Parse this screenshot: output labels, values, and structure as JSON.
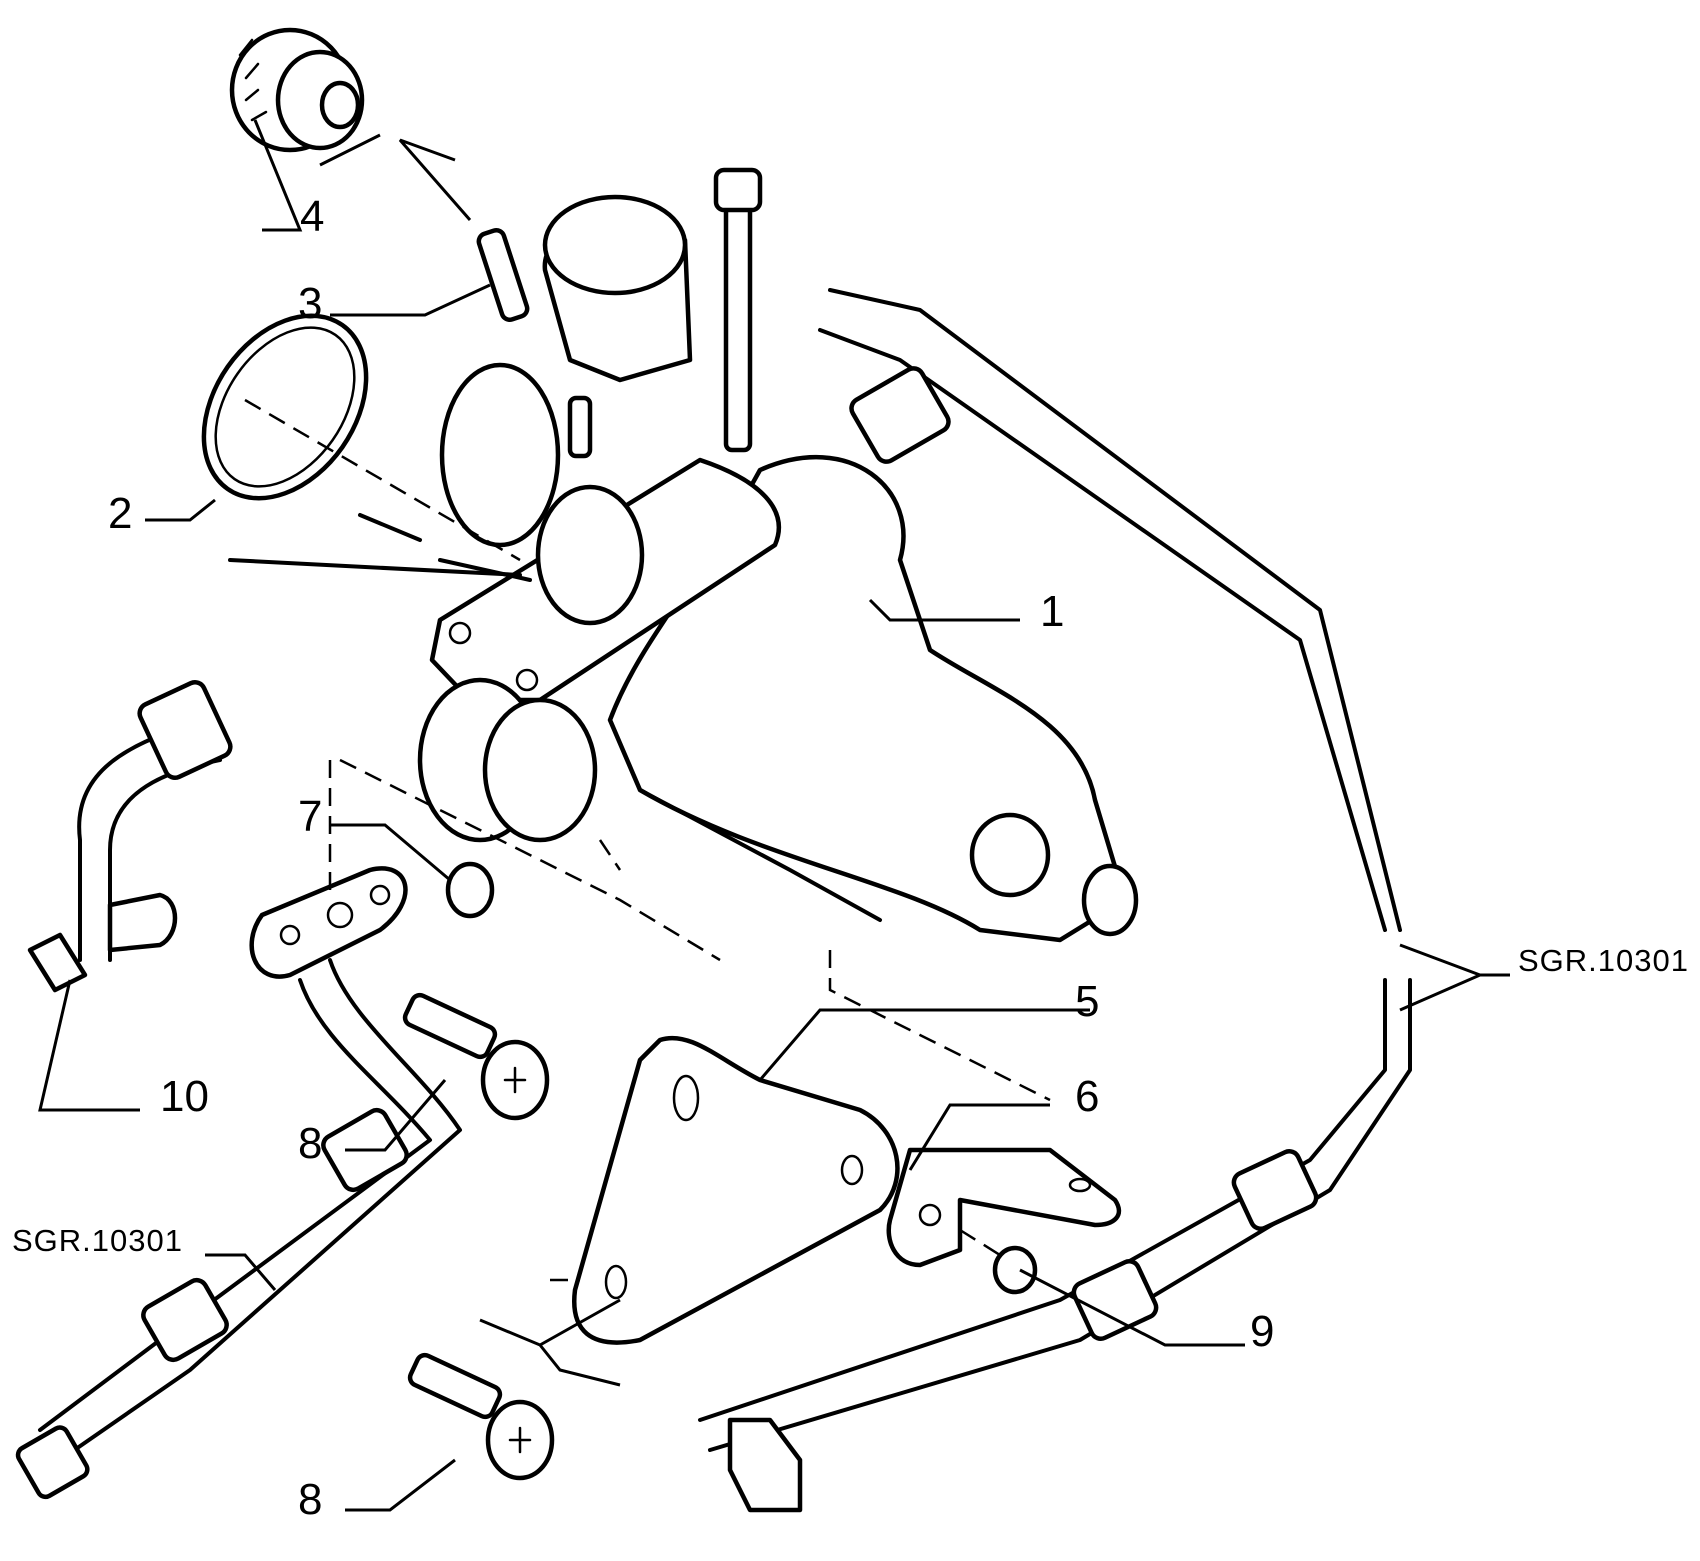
{
  "callouts": {
    "c1": "1",
    "c2": "2",
    "c3": "3",
    "c4": "4",
    "c5": "5",
    "c6": "6",
    "c7": "7",
    "c8a": "8",
    "c8b": "8",
    "c9": "9",
    "c10": "10"
  },
  "references": {
    "right": "SGR.10301",
    "left": "SGR.10301"
  }
}
